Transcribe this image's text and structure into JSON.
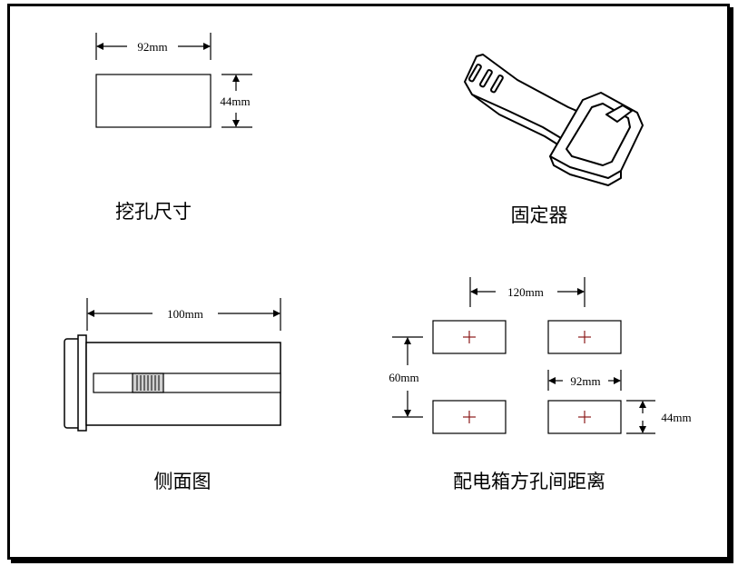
{
  "quadrants": {
    "cutout": {
      "caption": "挖孔尺寸",
      "width_label": "92mm",
      "height_label": "44mm"
    },
    "fixer": {
      "caption": "固定器"
    },
    "side_view": {
      "caption": "侧面图",
      "length_label": "100mm"
    },
    "panel_spacing": {
      "caption": "配电箱方孔间距离",
      "horizontal_pitch_label": "120mm",
      "vertical_pitch_label": "60mm",
      "hole_width_label": "92mm",
      "hole_height_label": "44mm"
    }
  },
  "colors": {
    "line": "#000000",
    "cross_marker": "#8b1a1a",
    "slider_fill": "#d0d0d0"
  }
}
